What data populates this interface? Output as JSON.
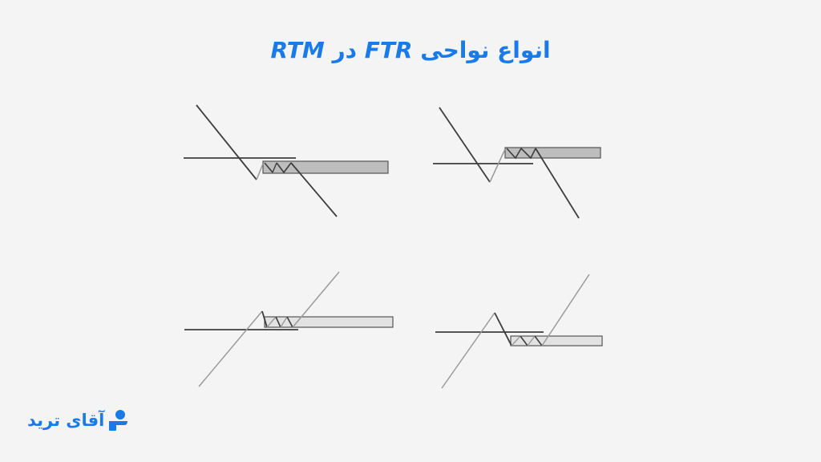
{
  "header": {
    "title_fa_1": "انواع نواحی",
    "title_latin_1": "FTR",
    "title_fa_2": "در",
    "title_latin_2": "RTM"
  },
  "colors": {
    "title": "#1a7ae8",
    "background": "#f4f4f4",
    "dark_line": "#3d3d3d",
    "light_line": "#9a9a9a",
    "zone_dark_fill": "#bdbdbd",
    "zone_light_fill": "#e2e2e2",
    "zone_stroke": "#555555",
    "logo": "#1a7ae8"
  },
  "diagrams": [
    {
      "name": "bearish-ftr-below-level",
      "position": "top-left"
    },
    {
      "name": "bearish-ftr-above-level",
      "position": "top-right"
    },
    {
      "name": "bullish-ftr-above-level",
      "position": "bottom-left"
    },
    {
      "name": "bullish-ftr-below-level",
      "position": "bottom-right"
    }
  ],
  "logo": {
    "text": "آقای ترید",
    "icon": "person-icon"
  }
}
